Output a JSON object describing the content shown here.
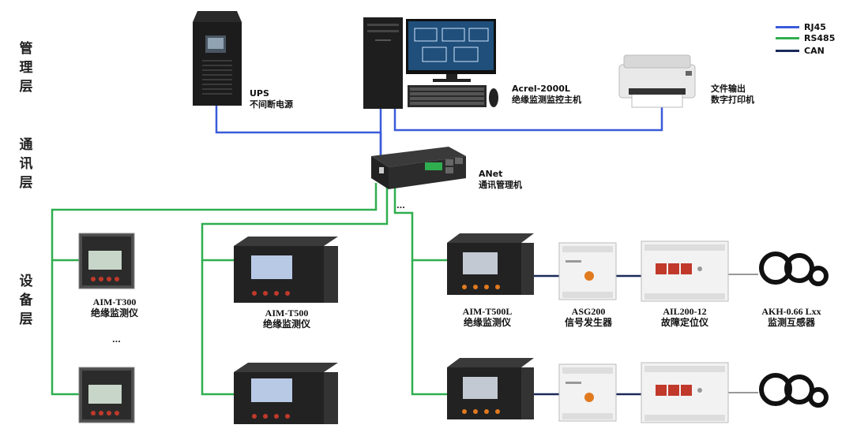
{
  "layers": {
    "management": "管理层",
    "communication": "通讯层",
    "device": "设备层"
  },
  "legend": [
    {
      "label": "RJ45",
      "color": "#3a5bd9"
    },
    {
      "label": "RS485",
      "color": "#2fae4f"
    },
    {
      "label": "CAN",
      "color": "#1b2a5a"
    }
  ],
  "devices": {
    "ups": {
      "name": "UPS",
      "desc": "不间断电源"
    },
    "host": {
      "name": "Acrel-2000L",
      "desc": "绝缘监测监控主机"
    },
    "printer": {
      "name": "文件输出",
      "desc": "数字打印机"
    },
    "anet": {
      "name": "ANet",
      "desc": "通讯管理机"
    },
    "aim_t300": {
      "name": "AIM-T300",
      "desc": "绝缘监测仪"
    },
    "aim_t500": {
      "name": "AIM-T500",
      "desc": "绝缘监测仪"
    },
    "aim_t500l": {
      "name": "AIM-T500L",
      "desc": "绝缘监测仪"
    },
    "asg200": {
      "name": "ASG200",
      "desc": "信号发生器"
    },
    "ail200": {
      "name": "AIL200-12",
      "desc": "故障定位仪"
    },
    "akh": {
      "name": "AKH-0.66 Lxx",
      "desc": "监测互感器"
    }
  },
  "ellipsis": "...",
  "colors": {
    "rj45": "#3a5bd9",
    "rs485": "#2fae4f",
    "can": "#1b2a5a"
  }
}
